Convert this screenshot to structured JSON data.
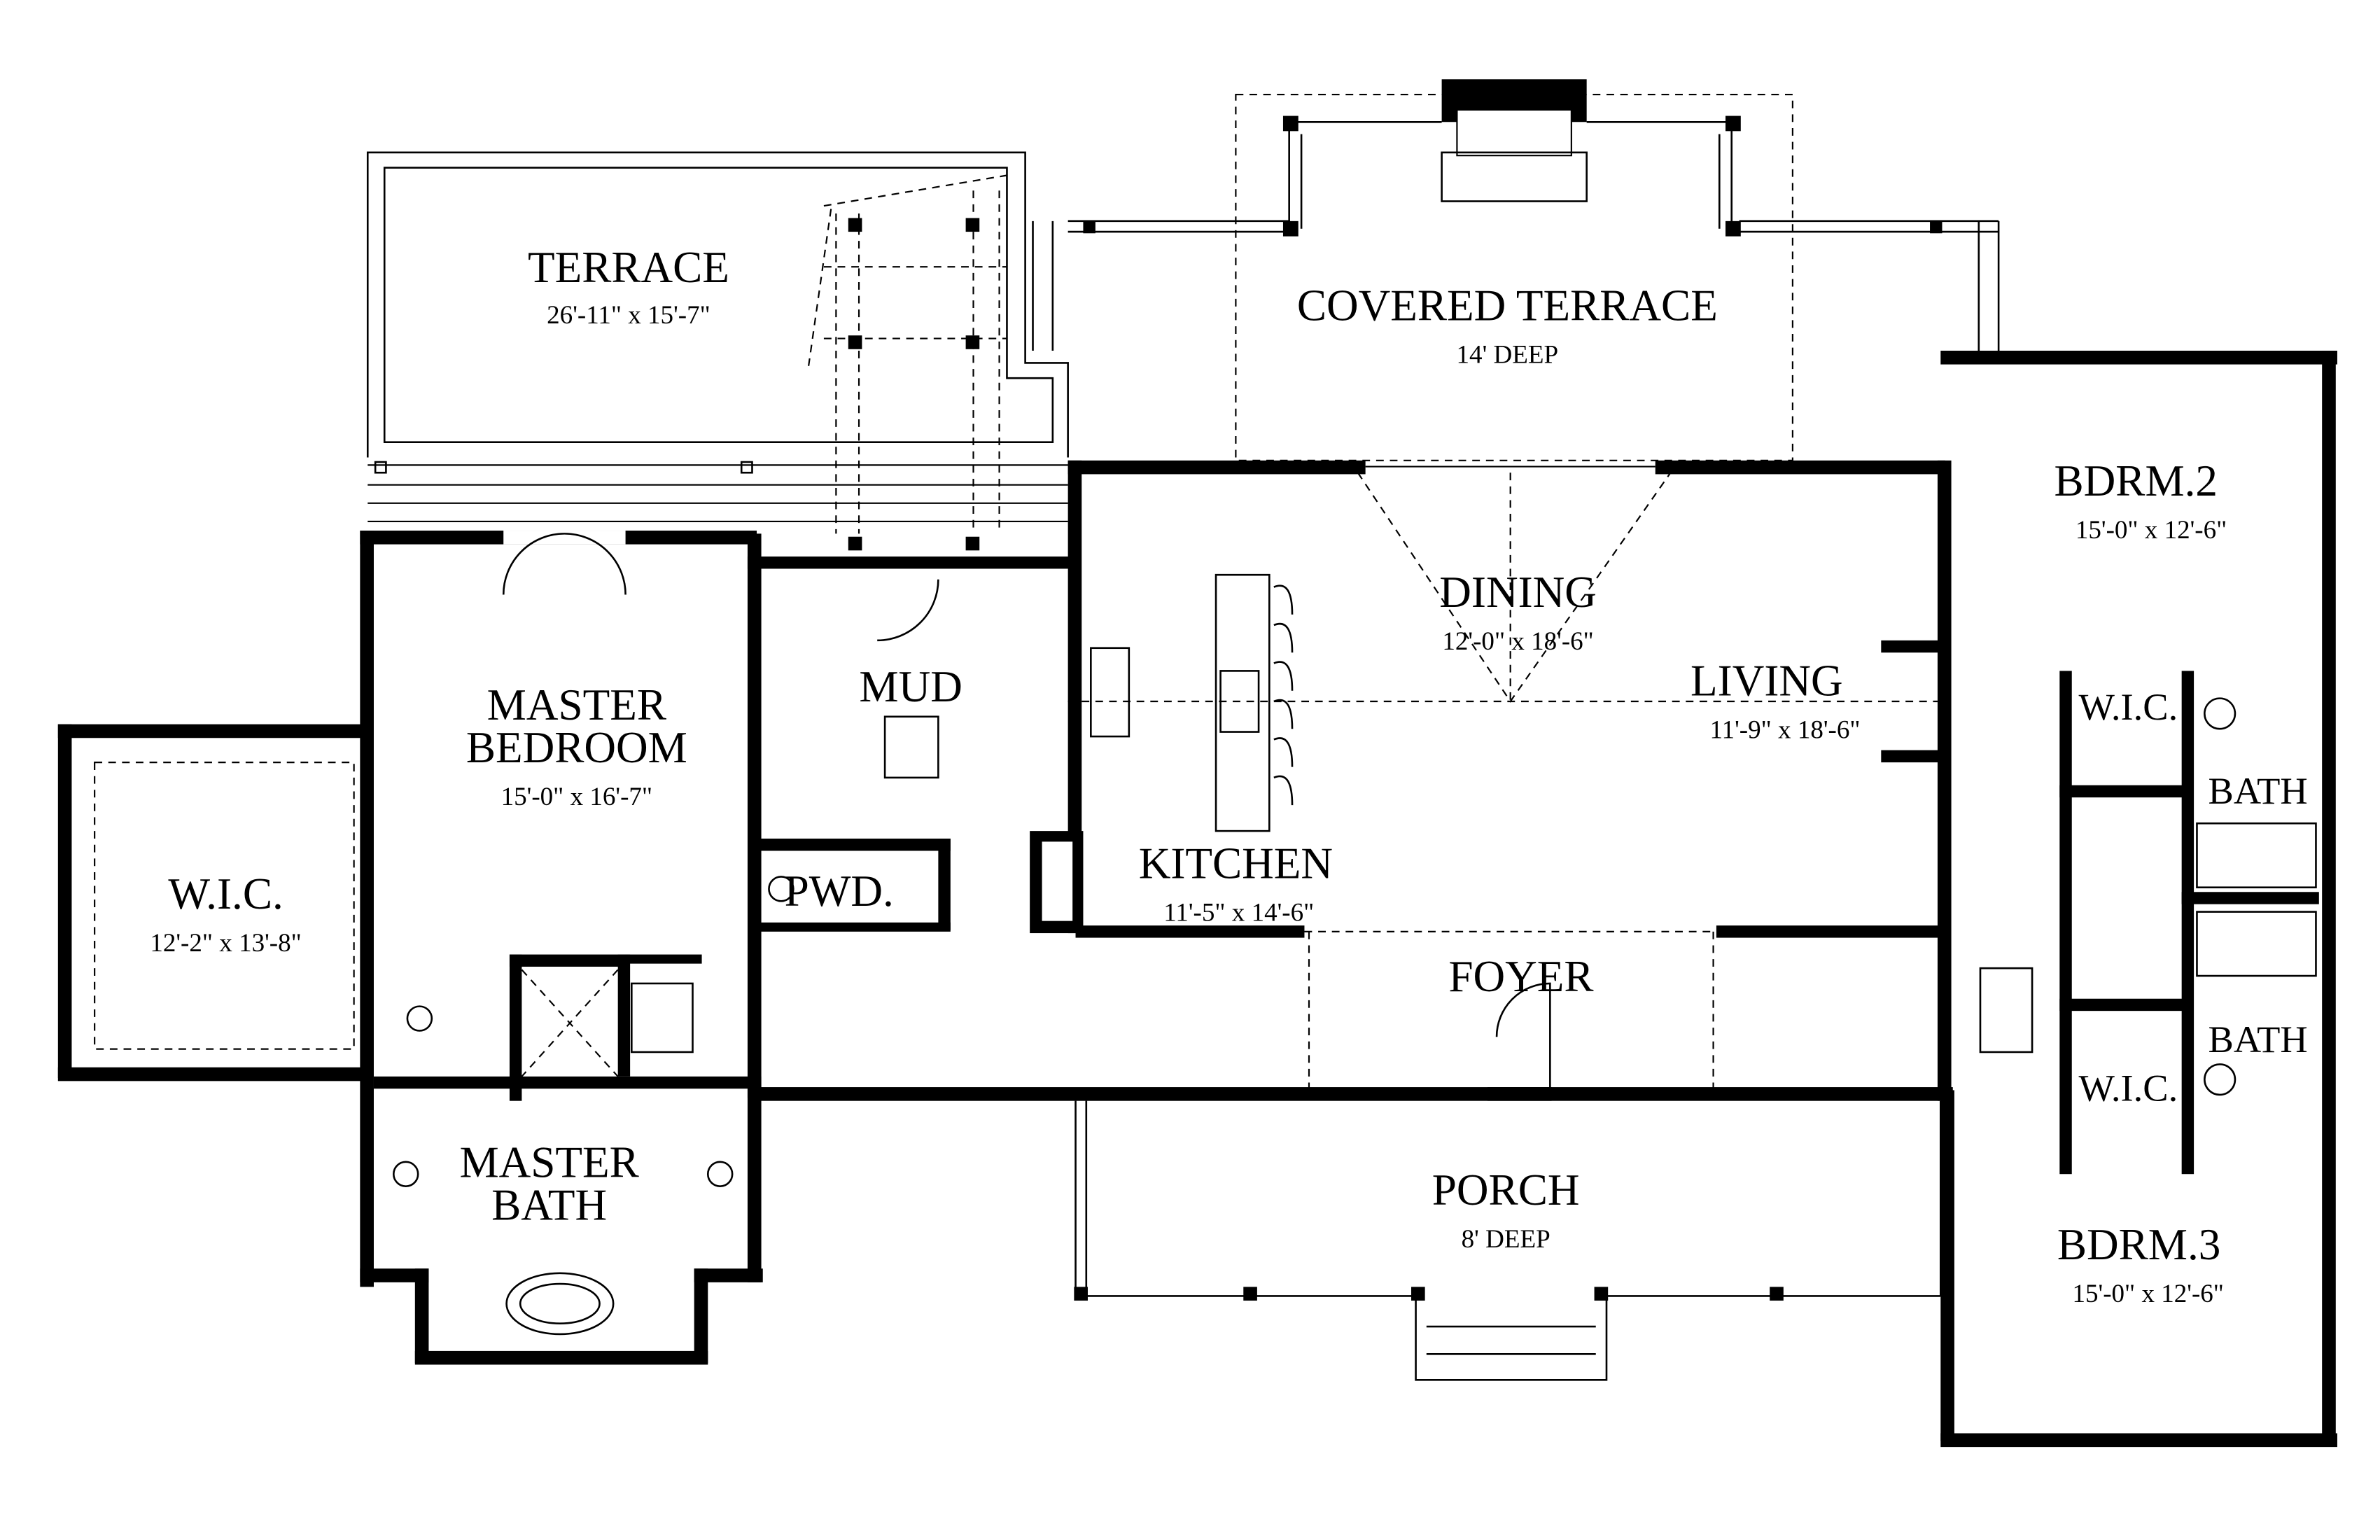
{
  "plan": {
    "rooms": [
      {
        "id": "terrace",
        "name": "TERRACE",
        "dims": "26'-11\" x 15'-7\""
      },
      {
        "id": "covered_terrace",
        "name": "COVERED TERRACE",
        "dims": "14' DEEP"
      },
      {
        "id": "bdrm2",
        "name": "BDRM.2",
        "dims": "15'-0\" x 12'-6\""
      },
      {
        "id": "dining",
        "name": "DINING",
        "dims": "12'-0\" x 18'-6\""
      },
      {
        "id": "living",
        "name": "LIVING",
        "dims": "11'-9\" x 18'-6\""
      },
      {
        "id": "mud",
        "name": "MUD"
      },
      {
        "id": "master_bedroom",
        "name_line1": "MASTER",
        "name_line2": "BEDROOM",
        "dims": "15'-0\" x 16'-7\""
      },
      {
        "id": "wic_master",
        "name": "W.I.C.",
        "dims": "12'-2\" x 13'-8\""
      },
      {
        "id": "pwd",
        "name": "PWD."
      },
      {
        "id": "kitchen",
        "name": "KITCHEN",
        "dims": "11'-5\" x 14'-6\""
      },
      {
        "id": "foyer",
        "name": "FOYER"
      },
      {
        "id": "master_bath",
        "name_line1": "MASTER",
        "name_line2": "BATH"
      },
      {
        "id": "porch",
        "name": "PORCH",
        "dims": "8' DEEP"
      },
      {
        "id": "bdrm3",
        "name": "BDRM.3",
        "dims": "15'-0\" x 12'-6\""
      },
      {
        "id": "wic_bdrm2",
        "name": "W.I.C."
      },
      {
        "id": "bath_bdrm2",
        "name": "BATH"
      },
      {
        "id": "bath_bdrm3",
        "name": "BATH"
      },
      {
        "id": "wic_bdrm3",
        "name": "W.I.C."
      }
    ]
  }
}
